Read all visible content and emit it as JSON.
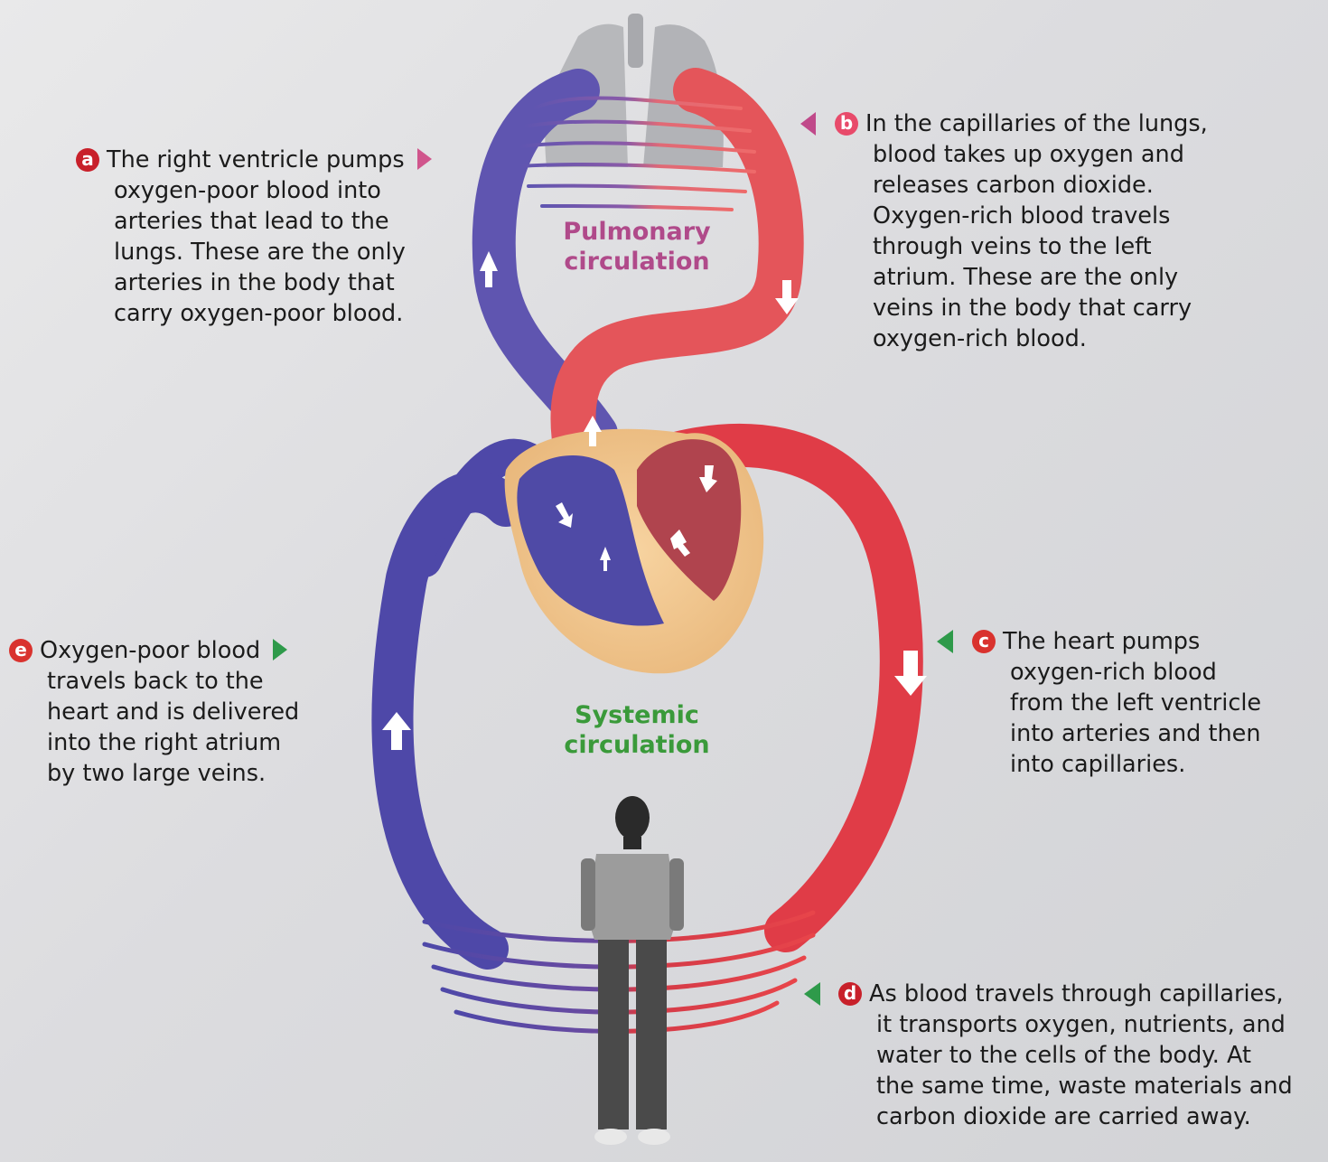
{
  "regions": {
    "pulmonary": [
      "Pulmonary",
      "circulation"
    ],
    "systemic": [
      "Systemic",
      "circulation"
    ]
  },
  "callouts": {
    "a": {
      "badge": "a",
      "lines": [
        "The right ventricle pumps",
        "oxygen-poor blood into",
        "arteries that lead to the",
        "lungs. These are the only",
        "arteries in the body that",
        "carry oxygen-poor blood."
      ]
    },
    "b": {
      "badge": "b",
      "lines": [
        "In the capillaries of the lungs,",
        "blood takes up oxygen and",
        "releases carbon dioxide.",
        "Oxygen-rich blood travels",
        "through veins to the left",
        "atrium. These are the only",
        "veins in the body that carry",
        "oxygen-rich blood."
      ]
    },
    "c": {
      "badge": "c",
      "lines": [
        "The heart pumps",
        "oxygen-rich blood",
        "from the left ventricle",
        "into arteries and then",
        "into capillaries."
      ]
    },
    "d": {
      "badge": "d",
      "lines": [
        "As blood travels through capillaries,",
        "it transports oxygen, nutrients, and",
        "water to the cells of the body. At",
        "the same time, waste materials and",
        "carbon dioxide are carried away."
      ]
    },
    "e": {
      "badge": "e",
      "lines": [
        "Oxygen-poor blood",
        "travels back to the",
        "heart and is delivered",
        "into the right atrium",
        "by two large veins."
      ]
    }
  },
  "colors": {
    "oxygen_poor": "#5f55b0",
    "oxygen_rich": "#e24a4a",
    "badge": "#c8202a",
    "pointer": "#2e9a4a",
    "pulmonary_label": "#b04a8a",
    "systemic_label": "#3a9a3a",
    "heart_tissue": "#f0c48c",
    "lungs": "#b7b8bb"
  },
  "icons": [
    "lungs-icon",
    "heart-icon",
    "person-figure",
    "flow-arrow-icon",
    "pointer-triangle-icon"
  ]
}
